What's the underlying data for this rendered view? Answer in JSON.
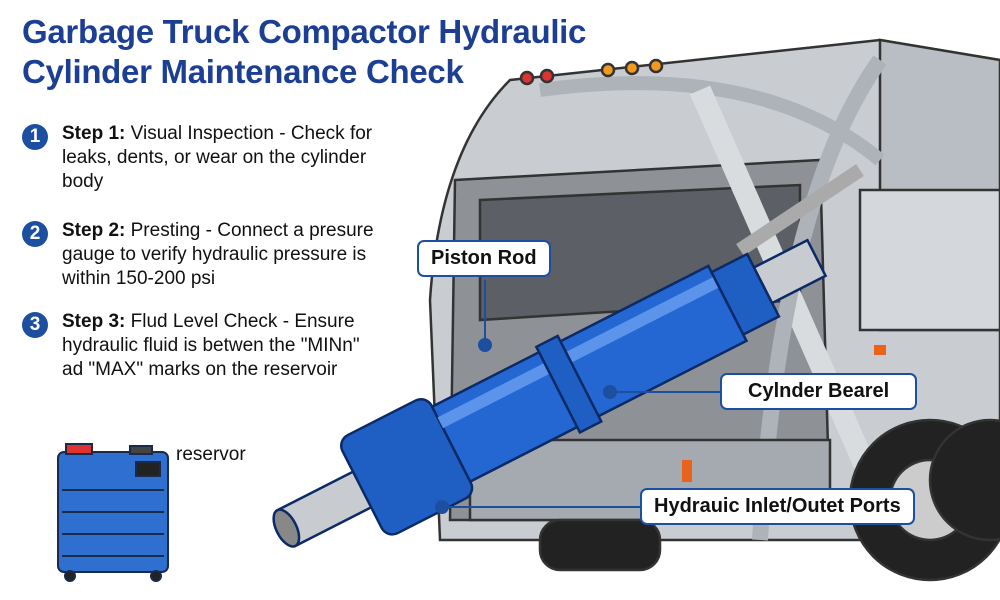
{
  "title": {
    "line1": "Garbage Truck Compactor Hydraulic",
    "line2": "Cylinder Maintenance Check"
  },
  "steps": [
    {
      "num": "1",
      "heading": "Step 1:",
      "text": " Visual Inspection - Check for leaks, dents, or wear on the cylinder body"
    },
    {
      "num": "2",
      "heading": "Step 2:",
      "text": " Presting - Connect a presure gauge to verify hydraulic pressure is within 150-200 psi"
    },
    {
      "num": "3",
      "heading": "Step 3:",
      "text": " Flud Level Check - Ensure hydraulic fluid is betwen the \"MINn\" ad \"MAX\" marks on the reservoir"
    }
  ],
  "reservoir_label": "reservor",
  "callouts": {
    "piston_rod": "Piston Rod",
    "cylinder_barrel": "Cylnder Bearel",
    "ports": "Hydrauic Inlet/Outet Ports"
  },
  "colors": {
    "title": "#1c3f94",
    "cylinder": "#1f5fc4",
    "truck": "#c9cdd2",
    "accent": "#1c4fa0"
  }
}
